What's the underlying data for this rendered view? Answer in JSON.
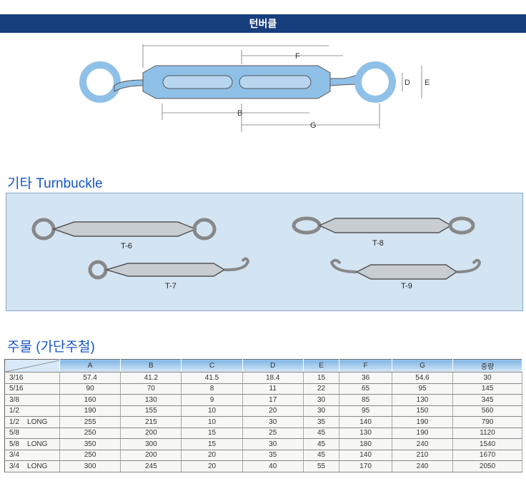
{
  "header": {
    "title": "턴버클"
  },
  "diagram": {
    "labels": [
      "F",
      "D",
      "E",
      "B",
      "G"
    ]
  },
  "section_other": {
    "title": "기타  Turnbuckle",
    "models": [
      "T-6",
      "T-8",
      "T-7",
      "T-9"
    ]
  },
  "section_cast": {
    "title": "주물 (가단주철)"
  },
  "table": {
    "headers": [
      "A",
      "B",
      "C",
      "D",
      "E",
      "F",
      "G",
      "중량"
    ],
    "rows": [
      [
        "3/16",
        "57.4",
        "41.2",
        "41.5",
        "18.4",
        "15",
        "36",
        "54.6",
        "30"
      ],
      [
        "5/16",
        "90",
        "70",
        "8",
        "11",
        "22",
        "65",
        "95",
        "145"
      ],
      [
        "3/8",
        "160",
        "130",
        "9",
        "17",
        "30",
        "85",
        "130",
        "345"
      ],
      [
        "1/2",
        "190",
        "155",
        "10",
        "20",
        "30",
        "95",
        "150",
        "560"
      ],
      [
        "1/2    LONG",
        "255",
        "215",
        "10",
        "30",
        "35",
        "140",
        "190",
        "790"
      ],
      [
        "5/8",
        "250",
        "200",
        "15",
        "25",
        "45",
        "130",
        "190",
        "1120"
      ],
      [
        "5/8    LONG",
        "350",
        "300",
        "15",
        "30",
        "45",
        "180",
        "240",
        "1540"
      ],
      [
        "3/4",
        "250",
        "200",
        "20",
        "35",
        "45",
        "140",
        "210",
        "1670"
      ],
      [
        "3/4    LONG",
        "300",
        "245",
        "20",
        "40",
        "55",
        "170",
        "240",
        "2050"
      ]
    ]
  }
}
